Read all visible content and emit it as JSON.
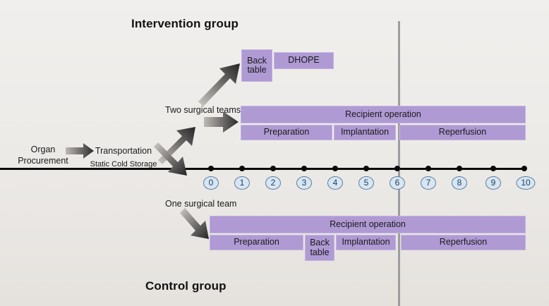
{
  "titles": {
    "intervention": "Intervention group",
    "control": "Control group"
  },
  "flow": {
    "organ_procurement": "Organ\nProcurement",
    "organ_procurement_line1": "Organ",
    "organ_procurement_line2": "Procurement",
    "transportation": "Transportation",
    "transportation_sub": "Static Cold Storage",
    "two_surgical_teams": "Two surgical teams",
    "one_surgical_team": "One surgical team"
  },
  "timeline": {
    "ticks": [
      "0",
      "1",
      "2",
      "3",
      "4",
      "5",
      "6",
      "7",
      "8",
      "9",
      "10"
    ],
    "marker_hour": "6"
  },
  "intervention": {
    "back_table": "Back\ntable",
    "back_table_line1": "Back",
    "back_table_line2": "table",
    "dhope": "DHOPE",
    "recipient_operation": "Recipient operation",
    "preparation": "Preparation",
    "implantation": "Implantation",
    "reperfusion": "Reperfusion"
  },
  "control": {
    "recipient_operation": "Recipient operation",
    "preparation": "Preparation",
    "back_table_line1": "Back",
    "back_table_line2": "table",
    "implantation": "Implantation",
    "reperfusion": "Reperfusion"
  },
  "colors": {
    "bar_fill": "#af9ad4",
    "bar_border": "#c3b3e0",
    "tick_badge_fill": "#d7e6f2",
    "tick_badge_border": "#5b7ea0",
    "axis": "#0b0b0b",
    "vline": "#9d9d9d"
  }
}
